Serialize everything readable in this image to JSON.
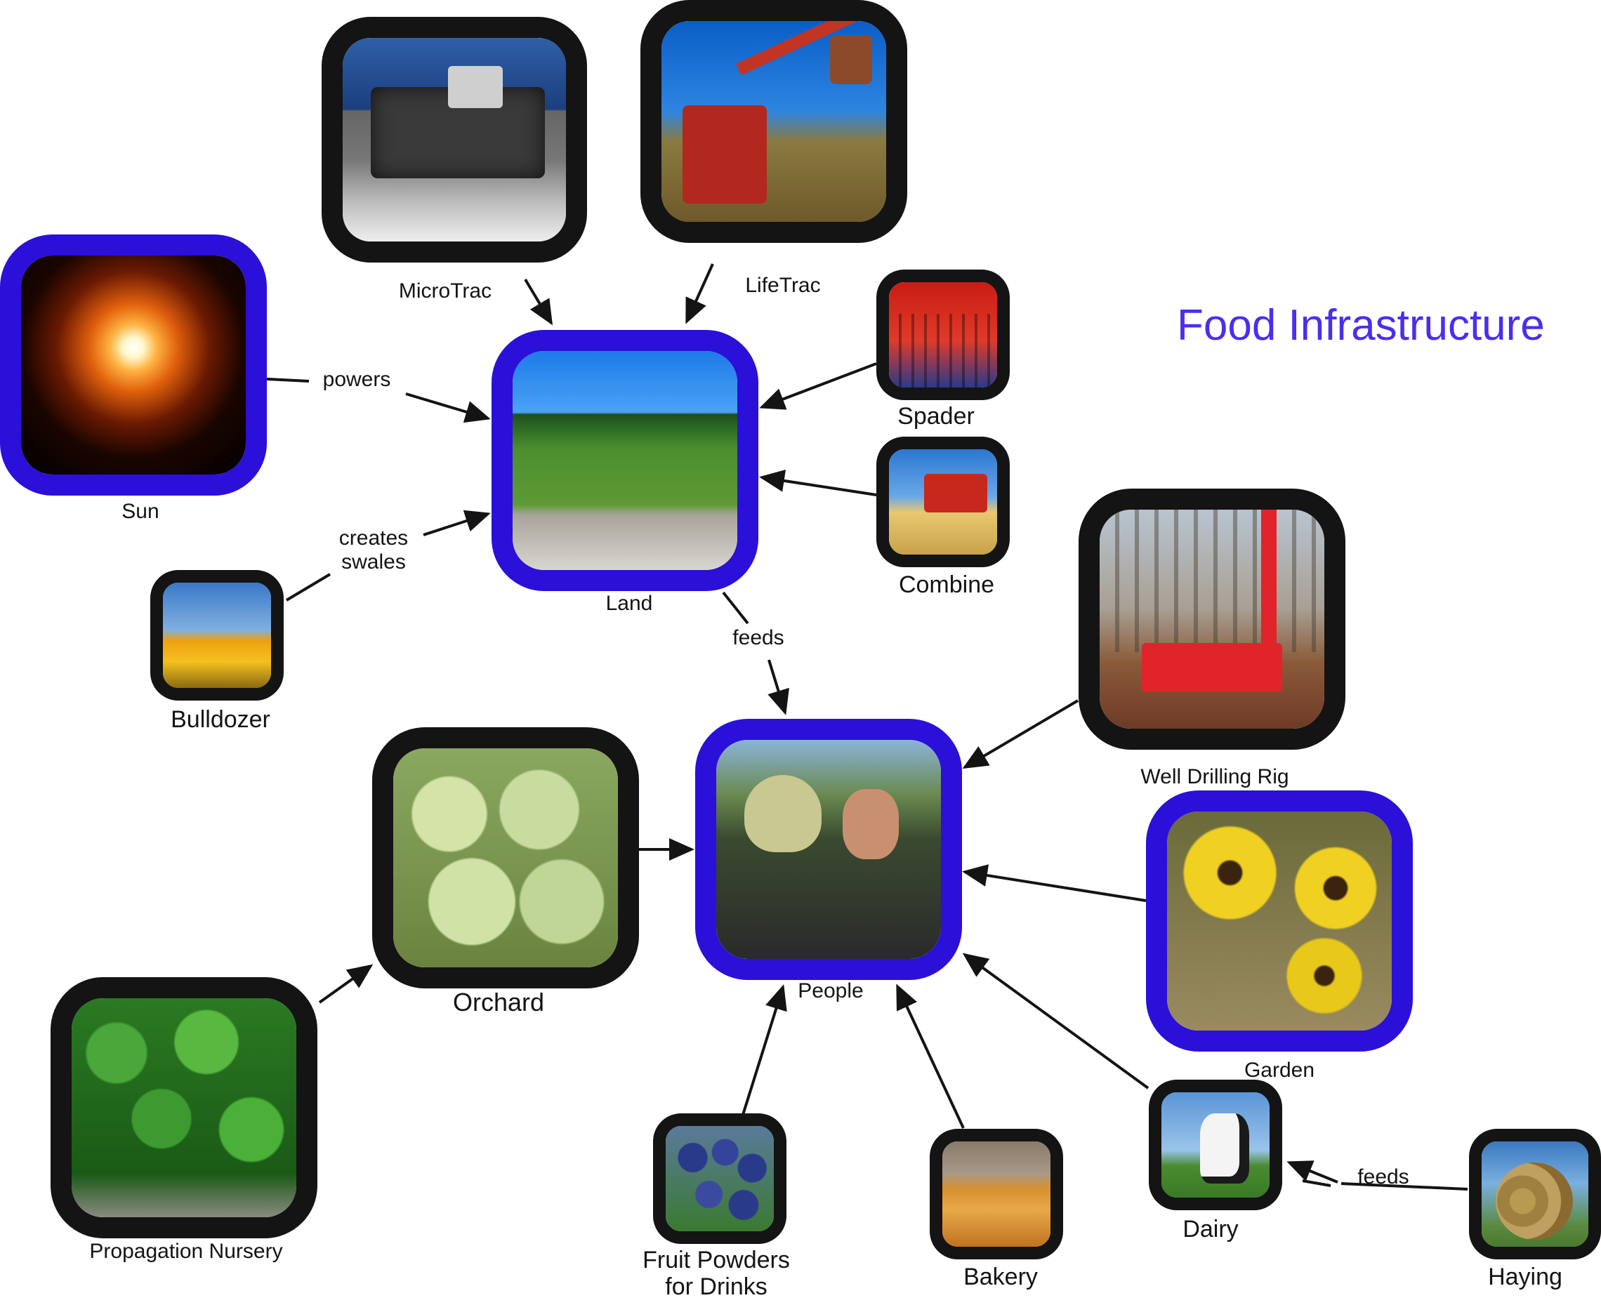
{
  "title": "Food Infrastructure",
  "nodes": {
    "microtrac": "MicroTrac",
    "lifetrac": "LifeTrac",
    "sun": "Sun",
    "land": "Land",
    "spader": "Spader",
    "combine": "Combine",
    "bulldozer": "Bulldozer",
    "well": "Well Drilling Rig",
    "orchard": "Orchard",
    "people": "People",
    "garden": "Garden",
    "nursery": "Propagation Nursery",
    "fruit_line1": "Fruit Powders",
    "fruit_line2": "for Drinks",
    "bakery": "Bakery",
    "dairy": "Dairy",
    "haying": "Haying"
  },
  "edges": {
    "powers": "powers",
    "creates_line1": "creates",
    "creates_line2": "swales",
    "feeds_land": "feeds",
    "feeds_haying": "feeds"
  },
  "colors": {
    "highlight_border": "#2a10d8",
    "normal_border": "#141414",
    "title": "#4a2ef0"
  }
}
